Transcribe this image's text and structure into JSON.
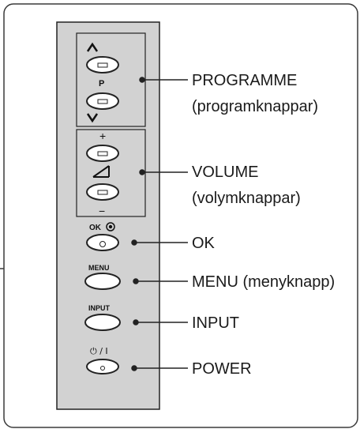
{
  "panel": {
    "programme_up_symbol": "∧",
    "programme_mid_label": "P",
    "programme_down_symbol": "∨",
    "volume_plus_symbol": "+",
    "volume_minus_symbol": "−",
    "ok_button_text": "OK",
    "menu_button_text": "MENU",
    "input_button_text": "INPUT",
    "power_button_text": "⏻ / I"
  },
  "callouts": {
    "programme": "PROGRAMME",
    "programme_sub": "(programknappar)",
    "volume": "VOLUME",
    "volume_sub": "(volymknappar)",
    "ok": "OK",
    "menu": "MENU (menyknapp)",
    "input": "INPUT",
    "power": "POWER"
  },
  "colors": {
    "frame": "#3a3a3a",
    "panel_fill": "#d2d2d2",
    "button_fill": "#ffffff",
    "line": "#222222"
  }
}
